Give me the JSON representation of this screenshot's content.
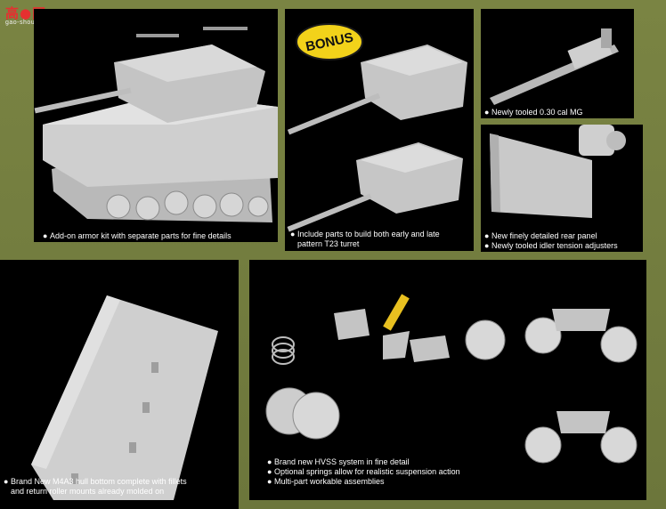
{
  "watermark": {
    "logo_text": "高●网",
    "site_text": "gao-shou.com"
  },
  "panels": {
    "tank": {
      "caption": "Add-on armor kit with separate parts for fine details"
    },
    "turret": {
      "badge": "BONUS",
      "caption_line1": "Include parts to build both early and late",
      "caption_line2": "pattern T23 turret"
    },
    "mg": {
      "caption": "Newly tooled 0.30 cal MG"
    },
    "rear": {
      "caption_line1": "New finely detailed rear panel",
      "caption_line2": "Newly tooled idler tension adjusters"
    },
    "hull": {
      "caption_line1": "Brand New M4A3 hull bottom complete with fillets",
      "caption_line2": "and return roller mounts already molded on"
    },
    "suspension": {
      "bullets": [
        "Brand new HVSS system in fine detail",
        "Optional springs allow for realistic suspension action",
        "Multi-part workable assemblies"
      ]
    }
  },
  "colors": {
    "background": "#6f7a3e",
    "panel": "#000000",
    "model_grey": "#c9c9c9",
    "badge_yellow": "#f2d21a",
    "part_yellow": "#e8c020"
  }
}
